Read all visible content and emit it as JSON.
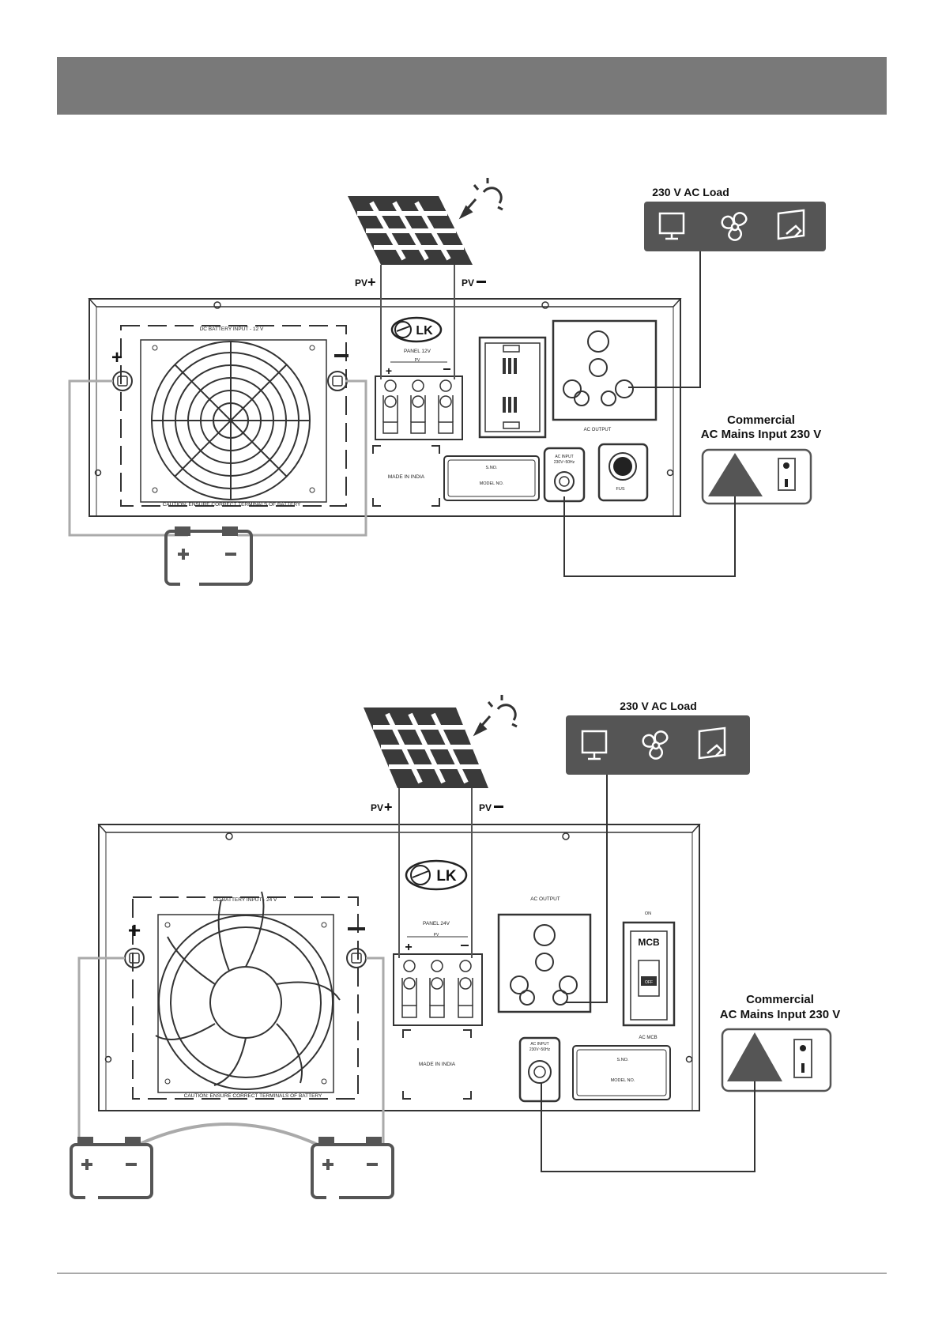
{
  "diagram_12v": {
    "pv_plus": "PV",
    "pv_minus": "PV",
    "load_title": "230 V AC Load",
    "mains_line1": "Commercial",
    "mains_line2": "AC Mains Input 230 V",
    "dc_battery_label": "DC BATTERY INPUT - 12 V",
    "caution": "CAUTION: ENSURE CORRECT TERMINALS OF BATTERY",
    "panel_label": "PANEL 12V",
    "pv_small": "PV",
    "made_in": "MADE IN INDIA",
    "sno": "S.NO.",
    "model": "MODEL NO.",
    "ac_input_1": "AC INPUT",
    "ac_input_2": "230V~50Hz",
    "ac_output": "AC OUTPUT",
    "fuse": "FUS",
    "brand": "LK"
  },
  "diagram_24v": {
    "pv_plus": "PV",
    "pv_minus": "PV",
    "load_title": "230 V AC Load",
    "mains_line1": "Commercial",
    "mains_line2": "AC Mains Input 230 V",
    "dc_battery_label": "DC BATTERY INPUT - 24 V",
    "caution": "CAUTION: ENSURE CORRECT TERMINALS OF BATTERY",
    "panel_label": "PANEL 24V",
    "pv_small": "PV",
    "made_in": "MADE IN INDIA",
    "sno": "S.NO.",
    "model": "MODEL NO.",
    "ac_input_1": "AC INPUT",
    "ac_input_2": "230V~50Hz",
    "ac_output": "AC OUTPUT",
    "on": "ON",
    "mcb": "MCB",
    "off": "OFF",
    "ac_mcb": "AC MCB",
    "brand": "LK"
  }
}
